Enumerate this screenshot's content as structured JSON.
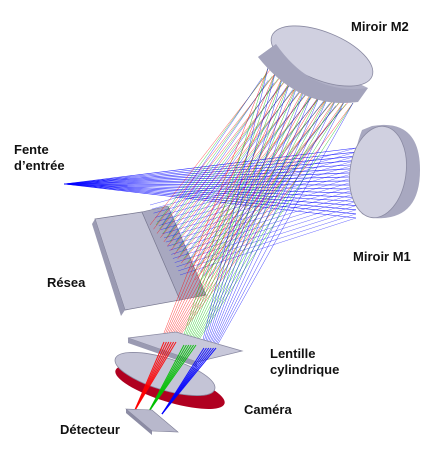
{
  "labels": {
    "mirror_m2": "Miroir M2",
    "slit_line1": "Fente",
    "slit_line2": "d’entrée",
    "mirror_m1": "Miroir M1",
    "grating": "Résea",
    "lens_line1": "Lentille",
    "lens_line2": "cylindrique",
    "camera": "Caméra",
    "detector": "Détecteur"
  },
  "colors": {
    "blue_beam": "#0000ff",
    "red_beam": "#ff0000",
    "green_beam": "#00c000",
    "component_fill": "#c4c4d6",
    "component_dark": "#8c8ca4",
    "camera_ring": "#b00020"
  }
}
